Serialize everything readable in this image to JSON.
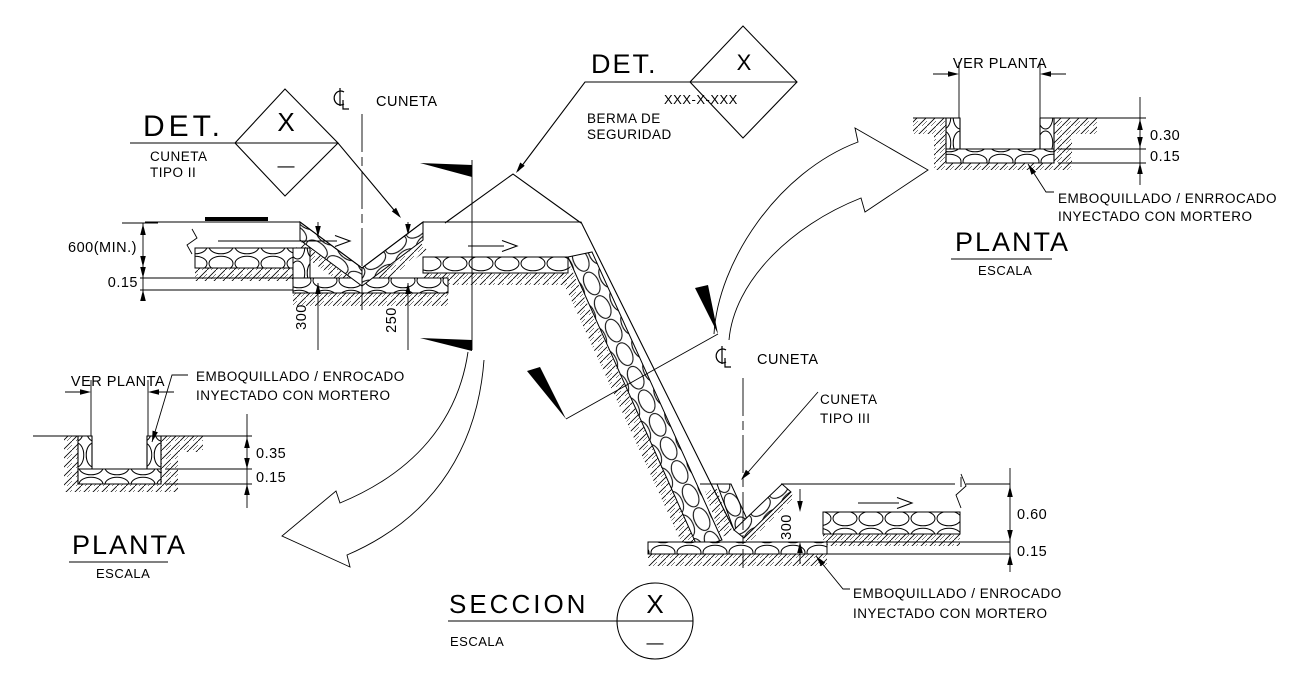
{
  "colors": {
    "ink": "#000000",
    "paper": "#ffffff"
  },
  "det1": {
    "label": "DET.",
    "type_line1": "CUNETA",
    "type_line2": "TIPO II",
    "bubble_top": "X",
    "bubble_bottom": "—"
  },
  "det2": {
    "label": "DET.",
    "code": "XXX-X-XXX",
    "bubble_top": "X",
    "note_line1": "BERMA DE",
    "note_line2": "SEGURIDAD"
  },
  "centerline_left": {
    "label": "CUNETA"
  },
  "centerline_right": {
    "label": "CUNETA"
  },
  "cuneta3": {
    "line1": "CUNETA",
    "line2": "TIPO III"
  },
  "dims": {
    "d600": "600(MIN.)",
    "d015_left": "0.15",
    "d300_left": "300",
    "d250": "250",
    "d300_right": "300",
    "d060": "0.60",
    "d015_right": "0.15"
  },
  "planta_tr": {
    "ver_planta": "VER PLANTA",
    "d030": "0.30",
    "d015": "0.15",
    "note_line1": "EMBOQUILLADO / ENRROCADO",
    "note_line2": "INYECTADO CON MORTERO",
    "title": "PLANTA",
    "scale": "ESCALA"
  },
  "planta_bl": {
    "ver_planta": "VER PLANTA",
    "d035": "0.35",
    "d015": "0.15",
    "note_line1": "EMBOQUILLADO / ENROCADO",
    "note_line2": "INYECTADO CON MORTERO",
    "title": "PLANTA",
    "scale": "ESCALA"
  },
  "emboq_br": {
    "note_line1": "EMBOQUILLADO / ENROCADO",
    "note_line2": "INYECTADO CON MORTERO"
  },
  "seccion": {
    "title": "SECCION",
    "scale": "ESCALA",
    "bubble_top": "X",
    "bubble_bottom": "—"
  }
}
